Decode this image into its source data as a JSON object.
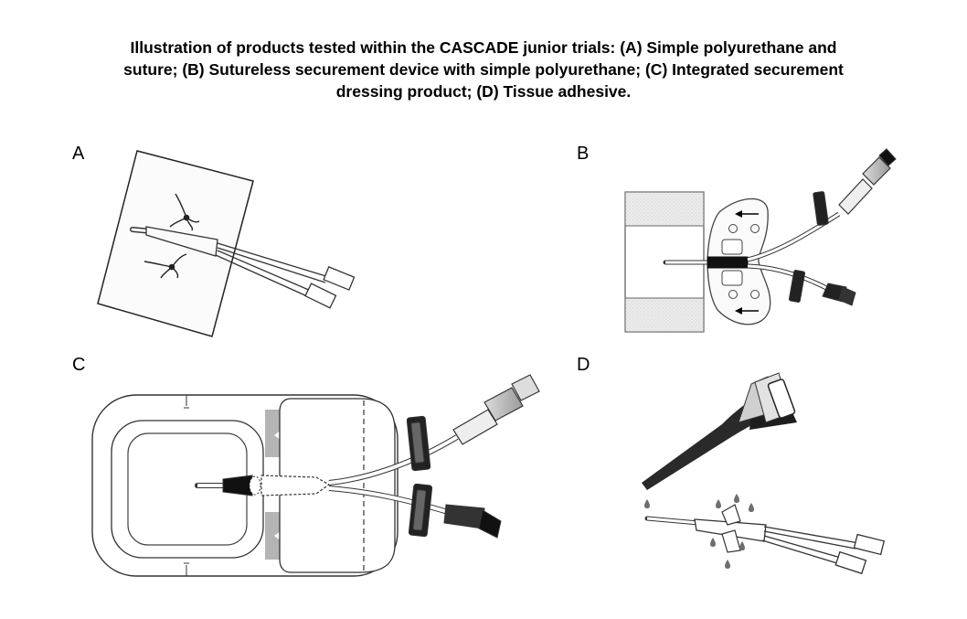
{
  "caption": {
    "line1": "Illustration  of products tested within  the CASCADE junior trials: (A) Simple polyurethane and",
    "line2": "suture; (B) Sutureless securement device with simple polyurethane; (C) Integrated securement",
    "line3": "dressing product; (D) Tissue adhesive."
  },
  "panels": {
    "a": "A",
    "b": "B",
    "c": "C",
    "d": "D"
  }
}
